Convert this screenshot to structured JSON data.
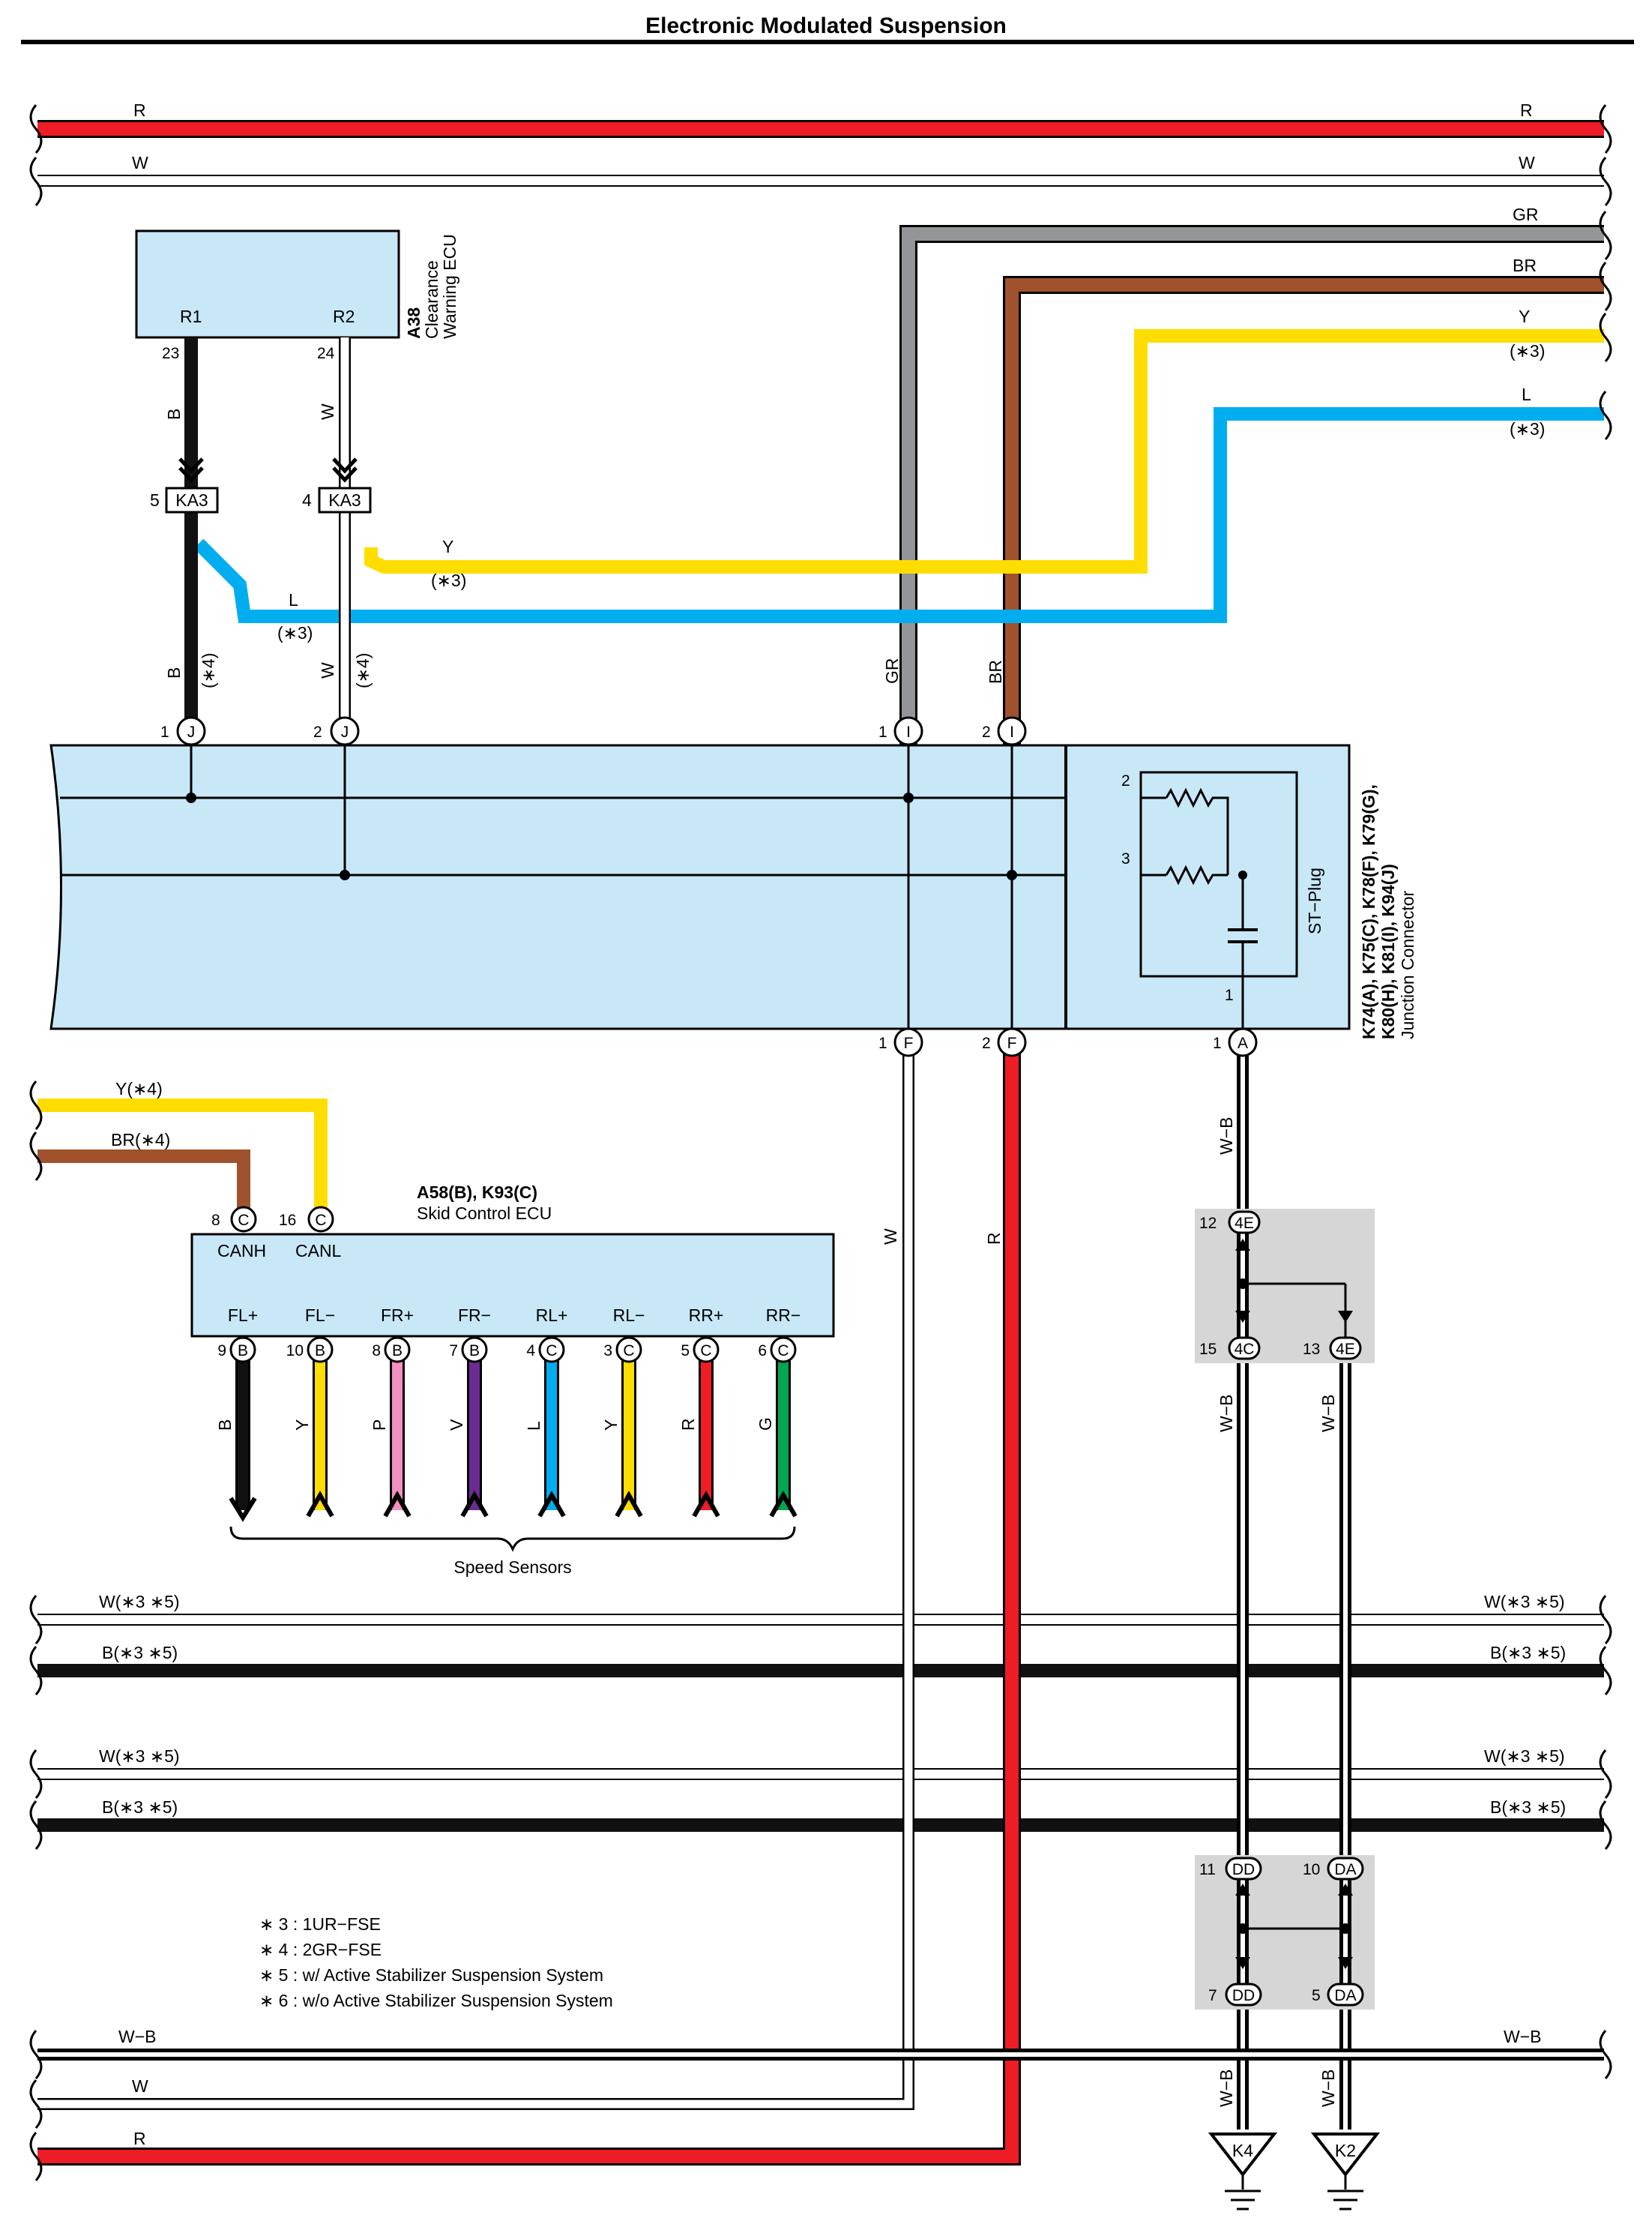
{
  "title": "Electronic Modulated Suspension",
  "colors": {
    "R": "#ee1c25",
    "W": "#ffffff",
    "GR": "#939598",
    "BR": "#a0522d",
    "Y": "#ffdd00",
    "L": "#00aeef",
    "B": "#111111",
    "P": "#f48fc1",
    "V": "#6a2c91",
    "G": "#00a650",
    "ecu_fill": "#c8e8f8",
    "splice_fill": "#d6d6d6"
  },
  "top_bus": {
    "R": "R",
    "W": "W",
    "GR": "GR",
    "BR": "BR",
    "Y": "Y",
    "Y_note": "(∗3)",
    "L": "L",
    "L_note": "(∗3)"
  },
  "clearance_ecu": {
    "code": "A38",
    "name_line1": "Clearance",
    "name_line2": "Warning ECU",
    "pin_r1": "R1",
    "pin_r2": "R2",
    "pin_r1_no": "23",
    "pin_r2_no": "24",
    "wire_b": "B",
    "wire_w": "W"
  },
  "ka3": {
    "name": "KA3",
    "left_pin": "5",
    "right_pin": "4",
    "wire_y": "Y",
    "wire_y_note": "(∗3)",
    "wire_l": "L",
    "wire_l_note": "(∗3)",
    "wire_b": "B",
    "wire_b_note": "(∗4)",
    "wire_w": "W",
    "wire_w_note": "(∗4)",
    "wire_gr": "GR",
    "wire_br": "BR"
  },
  "junction": {
    "codes_line1": "K74(A), K75(C), K78(F), K79(G),",
    "codes_line2": "K80(H), K81(I), K94(J)",
    "name": "Junction Connector",
    "st_plug": "ST−Plug",
    "pins": {
      "j1_no": "1",
      "j1": "J",
      "j2_no": "2",
      "j2": "J",
      "i1_no": "1",
      "i1": "I",
      "i2_no": "2",
      "i2": "I",
      "f1_no": "1",
      "f1": "F",
      "f2_no": "2",
      "f2": "F",
      "a1_no": "1",
      "a1": "A",
      "st2": "2",
      "st3": "3",
      "st1": "1"
    }
  },
  "skid_ecu": {
    "code": "A58(B), K93(C)",
    "name": "Skid Control ECU",
    "top_pins": [
      {
        "no": "8",
        "conn": "C",
        "label": "CANH"
      },
      {
        "no": "16",
        "conn": "C",
        "label": "CANL"
      }
    ],
    "left_wires": {
      "y": "Y(∗4)",
      "br": "BR(∗4)"
    },
    "bottom_pins": [
      {
        "no": "9",
        "conn": "B",
        "label": "FL+",
        "wire": "B"
      },
      {
        "no": "10",
        "conn": "B",
        "label": "FL−",
        "wire": "Y"
      },
      {
        "no": "8",
        "conn": "B",
        "label": "FR+",
        "wire": "P"
      },
      {
        "no": "7",
        "conn": "B",
        "label": "FR−",
        "wire": "V"
      },
      {
        "no": "4",
        "conn": "C",
        "label": "RL+",
        "wire": "L"
      },
      {
        "no": "3",
        "conn": "C",
        "label": "RL−",
        "wire": "Y"
      },
      {
        "no": "5",
        "conn": "C",
        "label": "RR+",
        "wire": "R"
      },
      {
        "no": "6",
        "conn": "C",
        "label": "RR−",
        "wire": "G"
      }
    ],
    "speed_sensors": "Speed Sensors"
  },
  "vertical_labels": {
    "w_mid": "W",
    "r_mid": "R",
    "wb1": "W−B",
    "wb2": "W−B",
    "wb3": "W−B",
    "wb4": "W−B",
    "wb5": "W−B"
  },
  "splices": {
    "upper": {
      "p12_no": "12",
      "p12": "4E",
      "p15_no": "15",
      "p15": "4C",
      "p13_no": "13",
      "p13": "4E"
    },
    "lower": {
      "p11_no": "11",
      "p11": "DD",
      "p10_no": "10",
      "p10": "DA",
      "p7_no": "7",
      "p7": "DD",
      "p5_no": "5",
      "p5": "DA"
    }
  },
  "grounds": {
    "k4": "K4",
    "k2": "K2"
  },
  "buses": {
    "w1": "W(∗3 ∗5)",
    "b1": "B(∗3 ∗5)",
    "w2": "W(∗3 ∗5)",
    "b2": "B(∗3 ∗5)",
    "wb": "W−B",
    "w": "W",
    "r": "R"
  },
  "notes": [
    "∗ 3 : 1UR−FSE",
    "∗ 4 : 2GR−FSE",
    "∗ 5 : w/ Active Stabilizer Suspension System",
    "∗ 6 : w/o Active Stabilizer Suspension System"
  ]
}
